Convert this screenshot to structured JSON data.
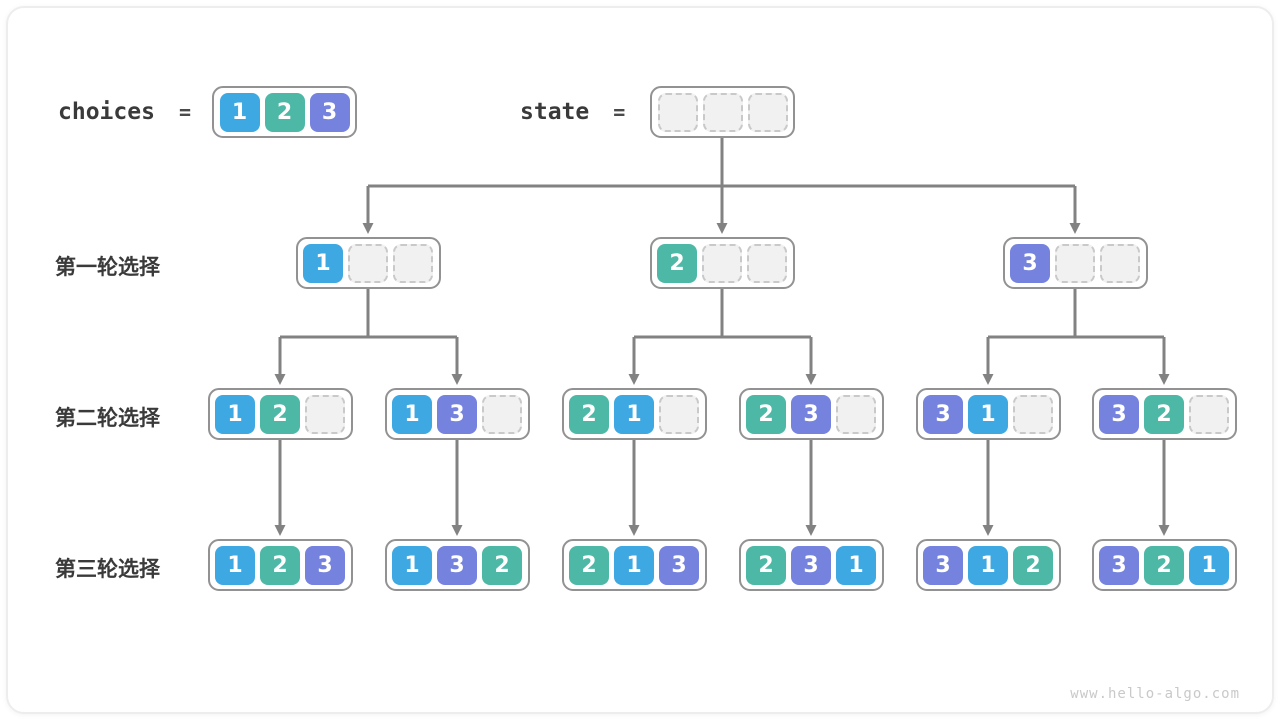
{
  "diagram": {
    "header": {
      "choices_label": "choices",
      "choices_equals": "=",
      "choices_cells": [
        1,
        2,
        3
      ],
      "state_label": "state",
      "state_equals": "=",
      "state_cells": [
        null,
        null,
        null
      ]
    },
    "rows": [
      {
        "label": "第一轮选择",
        "nodes": [
          [
            1,
            null,
            null
          ],
          [
            2,
            null,
            null
          ],
          [
            3,
            null,
            null
          ]
        ]
      },
      {
        "label": "第二轮选择",
        "nodes": [
          [
            1,
            2,
            null
          ],
          [
            1,
            3,
            null
          ],
          [
            2,
            1,
            null
          ],
          [
            2,
            3,
            null
          ],
          [
            3,
            1,
            null
          ],
          [
            3,
            2,
            null
          ]
        ]
      },
      {
        "label": "第三轮选择",
        "nodes": [
          [
            1,
            2,
            3
          ],
          [
            1,
            3,
            2
          ],
          [
            2,
            1,
            3
          ],
          [
            2,
            3,
            1
          ],
          [
            3,
            1,
            2
          ],
          [
            3,
            2,
            1
          ]
        ]
      }
    ],
    "colors": {
      "value1": "#3da8e2",
      "value2": "#4db8a6",
      "value3": "#7582de",
      "empty_fill": "#f1f1f1",
      "connector": "#828282",
      "node_border": "#929292"
    },
    "watermark": "www.hello-algo.com"
  }
}
